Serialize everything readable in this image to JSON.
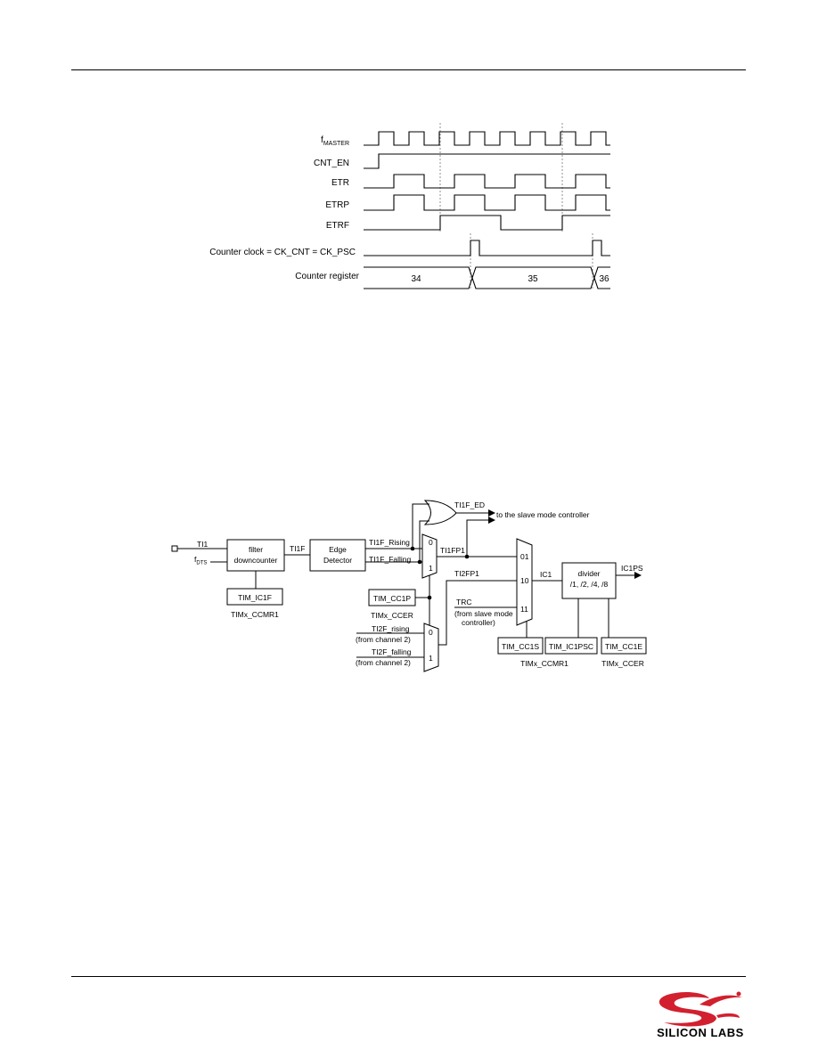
{
  "timing": {
    "signals": [
      "f",
      "CNT_EN",
      "ETR",
      "ETRP",
      "ETRF",
      "Counter clock = CK_CNT = CK_PSC",
      "Counter register"
    ],
    "fmaster_sub": "MASTER",
    "counter_values": [
      "34",
      "35",
      "36"
    ]
  },
  "block": {
    "ti1": "TI1",
    "fdts": "f",
    "fdts_sub": "DTS",
    "filter_line1": "filter",
    "filter_line2": "downcounter",
    "tim_ic1f": "TIM_IC1F",
    "timx_ccmr1_a": "TIMx_CCMR1",
    "ti1f": "TI1F",
    "edge_line1": "Edge",
    "edge_line2": "Detector",
    "ti1f_rising": "TI1F_Rising",
    "ti1f_falling": "TI1F_Falling",
    "ti1f_ed": "TI1F_ED",
    "to_slave": "to the slave mode controller",
    "ti1fp1": "TI1FP1",
    "ti2fp1": "TI2FP1",
    "trc": "TRC",
    "trc_from1": "(from slave mode",
    "trc_from2": "controller)",
    "tim_cc1p": "TIM_CC1P",
    "timx_ccer_a": "TIMx_CCER",
    "ti2f_rising": "TI2F_rising",
    "from_ch2_a": "(from channel 2)",
    "ti2f_falling": "TI2F_falling",
    "from_ch2_b": "(from channel 2)",
    "mux_0": "0",
    "mux_1": "1",
    "mux2_0": "0",
    "mux2_1": "1",
    "sel_01": "01",
    "sel_10": "10",
    "sel_11": "11",
    "ic1": "IC1",
    "divider_line1": "divider",
    "divider_line2": "/1, /2, /4, /8",
    "ic1ps": "IC1PS",
    "tim_cc1s": "TIM_CC1S",
    "tim_ic1psc": "TIM_IC1PSC",
    "tim_cc1e": "TIM_CC1E",
    "timx_ccmr1_b": "TIMx_CCMR1",
    "timx_ccer_b": "TIMx_CCER"
  },
  "footer": {
    "logo_text": "SILICON LABS",
    "logo_color": "#d2202f"
  }
}
